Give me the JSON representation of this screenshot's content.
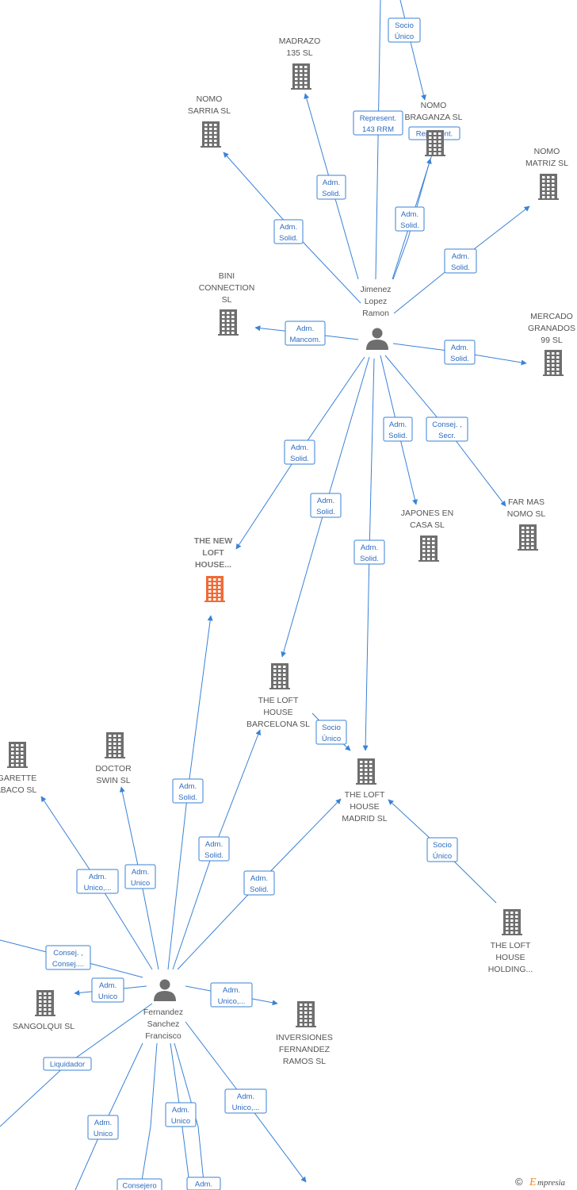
{
  "nodes": [
    {
      "id": "madrazo",
      "type": "company",
      "lines": [
        "MADRAZO",
        "135 SL"
      ]
    },
    {
      "id": "nomo_sarria",
      "type": "company",
      "lines": [
        "NOMO",
        "SARRIA SL"
      ]
    },
    {
      "id": "nomo_braganza",
      "type": "company",
      "lines": [
        "NOMO",
        "BRAGANZA SL"
      ]
    },
    {
      "id": "nomo_matriz",
      "type": "company",
      "lines": [
        "NOMO",
        "MATRIZ SL"
      ]
    },
    {
      "id": "bini",
      "type": "company",
      "lines": [
        "BINI",
        "CONNECTION",
        "SL"
      ]
    },
    {
      "id": "mercado",
      "type": "company",
      "lines": [
        "MERCADO",
        "GRANADOS",
        "99 SL"
      ]
    },
    {
      "id": "jimenez",
      "type": "person",
      "lines": [
        "Jimenez",
        "Lopez",
        "Ramon"
      ]
    },
    {
      "id": "japones",
      "type": "company",
      "lines": [
        "JAPONES EN",
        "CASA SL"
      ]
    },
    {
      "id": "farmas",
      "type": "company",
      "lines": [
        "FAR MAS",
        "NOMO SL"
      ]
    },
    {
      "id": "newloft",
      "type": "company",
      "focus": true,
      "lines": [
        "THE NEW",
        "LOFT",
        "HOUSE..."
      ]
    },
    {
      "id": "loft_bcn",
      "type": "company",
      "lines": [
        "THE LOFT",
        "HOUSE",
        "BARCELONA SL"
      ]
    },
    {
      "id": "loft_mad",
      "type": "company",
      "lines": [
        "THE LOFT",
        "HOUSE",
        "MADRID SL"
      ]
    },
    {
      "id": "loft_holding",
      "type": "company",
      "lines": [
        "THE LOFT",
        "HOUSE",
        "HOLDING..."
      ]
    },
    {
      "id": "cigarette",
      "type": "company",
      "lines": [
        "IGARETTE",
        "ABACO SL"
      ]
    },
    {
      "id": "doctor",
      "type": "company",
      "lines": [
        "DOCTOR",
        "SWIN SL"
      ]
    },
    {
      "id": "sangolqui",
      "type": "company",
      "lines": [
        "SANGOLQUI SL"
      ]
    },
    {
      "id": "fernandez",
      "type": "person",
      "lines": [
        "Fernandez",
        "Sanchez",
        "Francisco"
      ]
    },
    {
      "id": "inversiones",
      "type": "company",
      "lines": [
        "INVERSIONES",
        "FERNANDEZ",
        "RAMOS SL"
      ]
    }
  ],
  "edges": [
    {
      "id": "e_socio_top",
      "lines": [
        "Socio",
        "Único"
      ]
    },
    {
      "id": "e_represent_143",
      "lines": [
        "Represent.",
        "143 RRM"
      ]
    },
    {
      "id": "e_represent",
      "lines": [
        "Represent."
      ]
    },
    {
      "id": "e_madrazo",
      "lines": [
        "Adm.",
        "Solid."
      ]
    },
    {
      "id": "e_sarria",
      "lines": [
        "Adm.",
        "Solid."
      ]
    },
    {
      "id": "e_braganza",
      "lines": [
        "Adm.",
        "Solid."
      ]
    },
    {
      "id": "e_matriz",
      "lines": [
        "Adm.",
        "Solid."
      ]
    },
    {
      "id": "e_bini",
      "lines": [
        "Adm.",
        "Mancom."
      ]
    },
    {
      "id": "e_mercado",
      "lines": [
        "Adm.",
        "Solid."
      ]
    },
    {
      "id": "e_japones",
      "lines": [
        "Adm.",
        "Solid."
      ]
    },
    {
      "id": "e_farmas",
      "lines": [
        "Consej. ,",
        "Secr."
      ]
    },
    {
      "id": "e_newloft_j",
      "lines": [
        "Adm.",
        "Solid."
      ]
    },
    {
      "id": "e_bcn_j",
      "lines": [
        "Adm.",
        "Solid."
      ]
    },
    {
      "id": "e_mad_j",
      "lines": [
        "Adm.",
        "Solid."
      ]
    },
    {
      "id": "e_bcn_mad",
      "lines": [
        "Socio",
        "Único"
      ]
    },
    {
      "id": "e_holding_mad",
      "lines": [
        "Socio",
        "Único"
      ]
    },
    {
      "id": "e_newloft_f",
      "lines": [
        "Adm.",
        "Solid."
      ]
    },
    {
      "id": "e_bcn_f",
      "lines": [
        "Adm.",
        "Solid."
      ]
    },
    {
      "id": "e_mad_f",
      "lines": [
        "Adm.",
        "Solid."
      ]
    },
    {
      "id": "e_cigarette",
      "lines": [
        "Adm.",
        "Unico,..."
      ]
    },
    {
      "id": "e_doctor",
      "lines": [
        "Adm.",
        "Unico"
      ]
    },
    {
      "id": "e_consej_left",
      "lines": [
        "Consej. ,",
        "Consej...."
      ]
    },
    {
      "id": "e_sangolqui",
      "lines": [
        "Adm.",
        "Unico"
      ]
    },
    {
      "id": "e_inversiones",
      "lines": [
        "Adm.",
        "Unico,..."
      ]
    },
    {
      "id": "e_liquidador",
      "lines": [
        "Liquidador"
      ]
    },
    {
      "id": "e_adm_unico_bl",
      "lines": [
        "Adm.",
        "Unico"
      ]
    },
    {
      "id": "e_adm_unico_bm",
      "lines": [
        "Adm.",
        "Unico"
      ]
    },
    {
      "id": "e_adm_unico_br",
      "lines": [
        "Adm.",
        "Unico,..."
      ]
    },
    {
      "id": "e_consejero",
      "lines": [
        "Consejero"
      ]
    },
    {
      "id": "e_adm_bottom",
      "lines": [
        "Adm."
      ]
    }
  ],
  "watermark": {
    "copyright": "©",
    "brand_initial": "E",
    "brand_rest": "mpresia"
  },
  "colors": {
    "edge": "#3a82d6",
    "node_gray": "#6e6e6e",
    "focus": "#f26a35"
  }
}
